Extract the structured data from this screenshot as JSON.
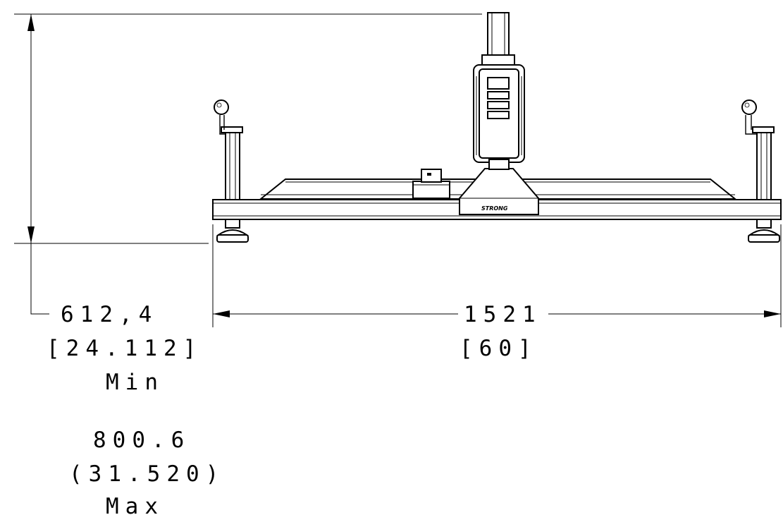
{
  "dimensions": {
    "height": {
      "min_value": "612,4",
      "min_imperial": "[24.112]",
      "min_label": "Min",
      "max_value": "800.6",
      "max_imperial": "(31.520)",
      "max_label": "Max"
    },
    "width": {
      "value": "1521",
      "imperial": "[60]"
    }
  },
  "colors": {
    "line": "#000000",
    "background": "#ffffff"
  }
}
